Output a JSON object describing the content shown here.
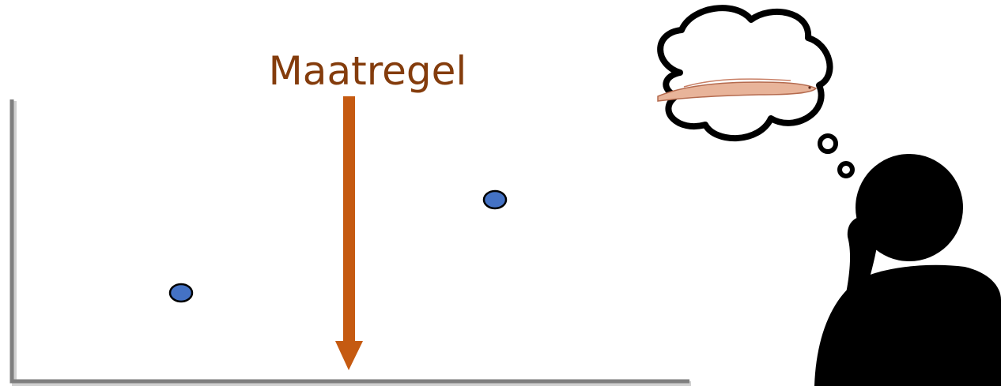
{
  "label": {
    "text": "Maatregel"
  },
  "colors": {
    "axis": "#7f7f7f",
    "axis_shadow": "#c8c8c8",
    "arrow": "#c55a11",
    "label": "#843c0c",
    "point_fill": "#4472c4",
    "point_stroke": "#000000",
    "silhouette": "#000000",
    "eel": "#e3a98c"
  },
  "points": [
    {
      "x": 1,
      "y": 1
    },
    {
      "x": 2,
      "y": 2
    }
  ],
  "icons": {
    "person": "thinking-person-icon",
    "bubble": "thought-bubble-icon",
    "eel": "eel-icon"
  }
}
